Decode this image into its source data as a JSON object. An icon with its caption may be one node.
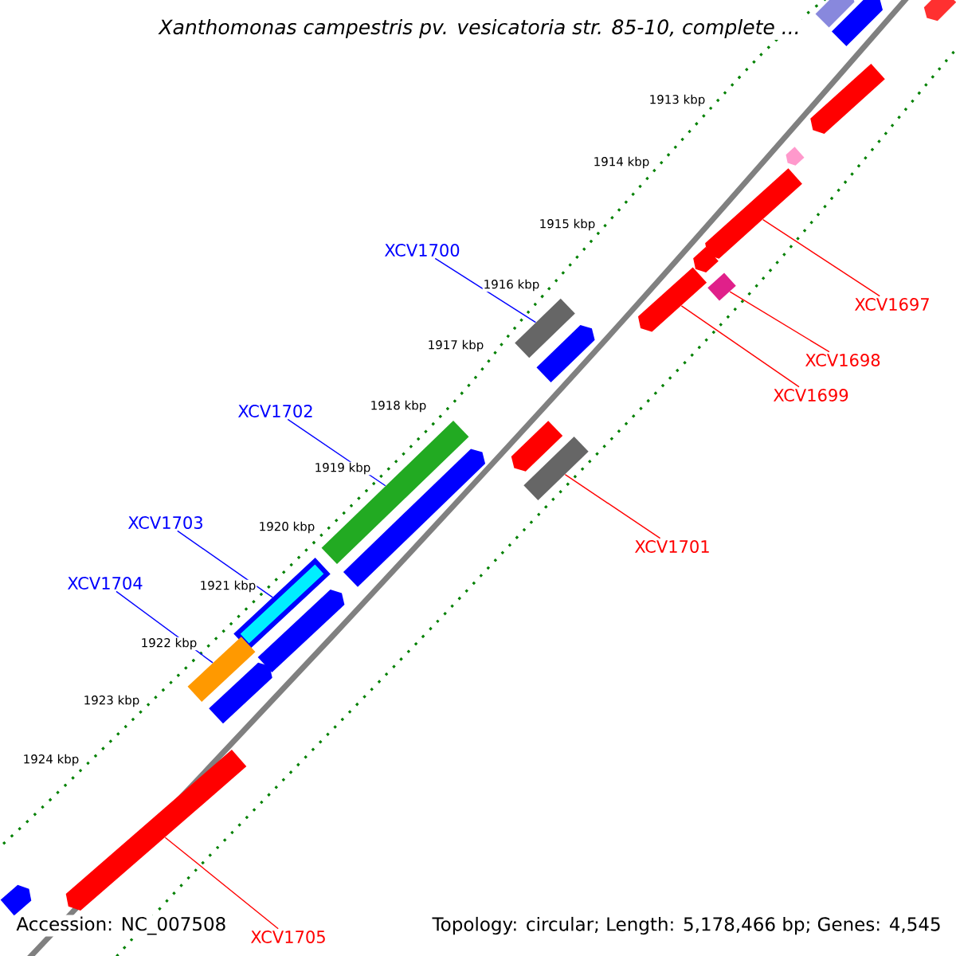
{
  "diagram": {
    "title": "Xanthomonas campestris pv. vesicatoria str. 85-10, complete ...",
    "nodes": [
      {
        "text": [],
        "shape": "bar"
      },
      {
        "text": [],
        "shape": "bar"
      },
      {
        "text": [],
        "shape": "bar"
      },
      {
        "text": [],
        "shape": "bar"
      },
      {
        "text": [],
        "shape": "bar"
      },
      {
        "text": [],
        "shape": "bar"
      },
      {
        "text": [],
        "shape": "bar"
      },
      {
        "text": [],
        "shape": "bar"
      },
      {
        "text": [],
        "shape": "box"
      },
      {
        "text": [],
        "shape": "box"
      },
      {
        "text": [],
        "shape": "bar"
      },
      {
        "text": [],
        "shape": "bar"
      },
      {
        "text": [],
        "shape": "box"
      },
      {
        "text": [],
        "shape": "box"
      },
      {
        "text": [],
        "shape": "bar"
      },
      {
        "text": [],
        "shape": "box"
      },
      {
        "text": [],
        "shape": "bar"
      },
      {
        "text": [],
        "shape": "box"
      },
      {
        "text": [],
        "shape": "bar"
      },
      {
        "text": [],
        "shape": "bar"
      },
      {
        "text": [],
        "shape": "bar"
      },
      {
        "text": [
          "XCV1700"
        ]
      },
      {
        "text": [
          "XCV1697"
        ]
      },
      {
        "text": [
          "XCV1698"
        ]
      },
      {
        "text": [
          "XCV1699"
        ]
      },
      {
        "text": [
          "XCV1702"
        ]
      },
      {
        "text": [
          "XCV1703"
        ]
      },
      {
        "text": [
          "XCV1701"
        ]
      },
      {
        "text": [
          "XCV1704"
        ]
      },
      {
        "text": [
          "XCV1705"
        ]
      }
    ],
    "edges": [
      {
        "from": 21,
        "to": 9,
        "arrow": "none",
        "color": "#0000ff"
      },
      {
        "from": 22,
        "to": 5,
        "arrow": "none"
      },
      {
        "from": 23,
        "to": 8,
        "arrow": "none"
      },
      {
        "from": 24,
        "to": 7,
        "arrow": "none"
      },
      {
        "from": 25,
        "to": 13,
        "arrow": "none",
        "color": "#0000ff"
      },
      {
        "from": 26,
        "to": 15,
        "arrow": "none",
        "color": "#0000ff"
      },
      {
        "from": 27,
        "to": 12,
        "arrow": "none"
      },
      {
        "from": 28,
        "to": 17,
        "arrow": "none",
        "color": "#0000ff"
      },
      {
        "from": 29,
        "to": 19,
        "arrow": "none"
      }
    ],
    "labels": [
      "1913 kbp",
      "1914 kbp",
      "1915 kbp",
      "1916 kbp",
      "1917 kbp",
      "1918 kbp",
      "1919 kbp",
      "1920 kbp",
      "1921 kbp",
      "1922 kbp",
      "1923 kbp",
      "1924 kbp",
      "Accession: NC_007508",
      "Topology: circular; Length: 5,178,466 bp; Genes: 4,545"
    ]
  }
}
